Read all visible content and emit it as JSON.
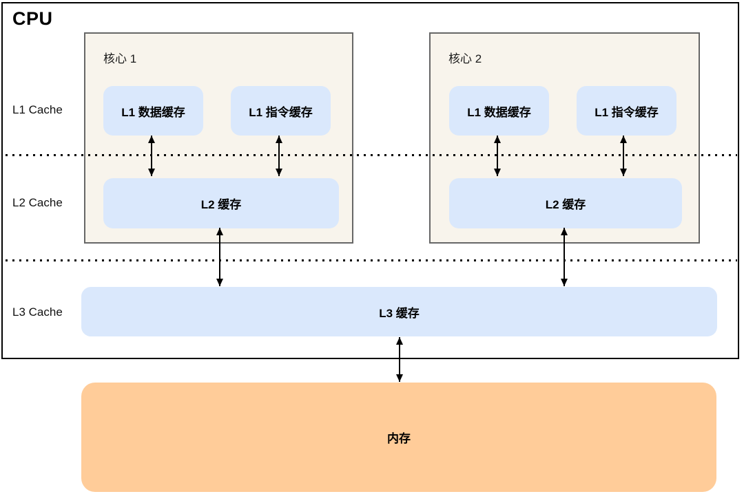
{
  "diagram": {
    "title": "CPU",
    "row_labels": [
      "L1 Cache",
      "L2 Cache",
      "L3 Cache"
    ],
    "cores": [
      {
        "label": "核心 1",
        "l1_data": "L1 数据缓存",
        "l1_inst": "L1 指令缓存",
        "l2": "L2 缓存"
      },
      {
        "label": "核心 2",
        "l1_data": "L1 数据缓存",
        "l1_inst": "L1 指令缓存",
        "l2": "L2 缓存"
      }
    ],
    "l3_label": "L3 缓存",
    "memory_label": "内存"
  },
  "colors": {
    "cache_fill": "#dae8fc",
    "core_fill": "#f8f4ec",
    "memory_fill": "#ffcc99",
    "core_border": "#666666",
    "cpu_border": "#000000",
    "arrow": "#000000"
  }
}
